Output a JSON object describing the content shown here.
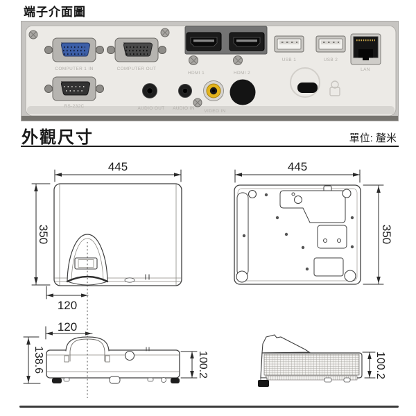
{
  "sections": {
    "terminal_title": "端子介面圖",
    "dimensions_title": "外觀尺寸",
    "unit_label": "單位: 釐米"
  },
  "rear_panel": {
    "labels": {
      "computer_in": "COMPUTER 1 IN",
      "computer_out": "COMPUTER OUT",
      "rs232c": "RS-232C",
      "hdmi1": "HDMI 1",
      "hdmi2": "HDMI 2",
      "usb1": "USB 1",
      "usb2": "USB 2",
      "lan": "LAN",
      "audio_out": "AUDIO OUT",
      "audio_in": "AUDIO IN",
      "video_in": "VIDEO IN"
    }
  },
  "dimensions": {
    "unit": "釐米",
    "top_view": {
      "width": "445",
      "depth": "350",
      "lens_center_offset": "120"
    },
    "bottom_view": {
      "width": "445",
      "depth": "350"
    },
    "front_view": {
      "lens_center_offset": "120",
      "total_height": "138.6",
      "body_height": "100.2"
    },
    "side_view": {
      "body_height": "100.2"
    }
  },
  "colors": {
    "vga_blue": "#3d5fa8",
    "rca_yellow": "#e2b31d",
    "panel_white": "#eceae6",
    "line_art": "#3f3f3f"
  }
}
